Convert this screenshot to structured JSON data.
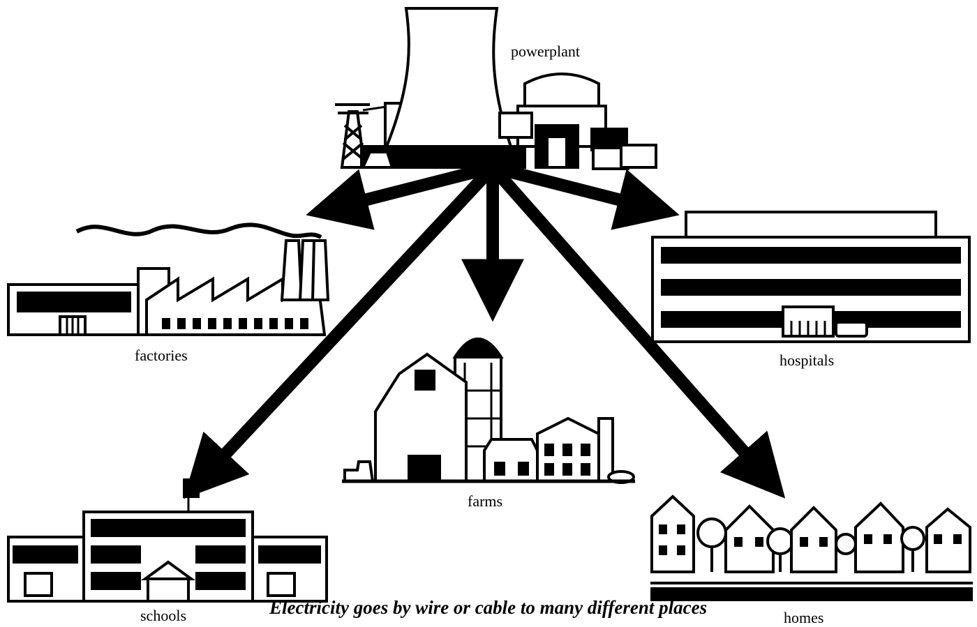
{
  "labels": {
    "powerplant": "powerplant",
    "factories": "factories",
    "hospitals": "hospitals",
    "farms": "farms",
    "schools": "schools",
    "homes": "homes"
  },
  "caption": "Electricity goes by wire or cable to many different places",
  "colors": {
    "ink": "#000000",
    "paper": "#ffffff"
  }
}
